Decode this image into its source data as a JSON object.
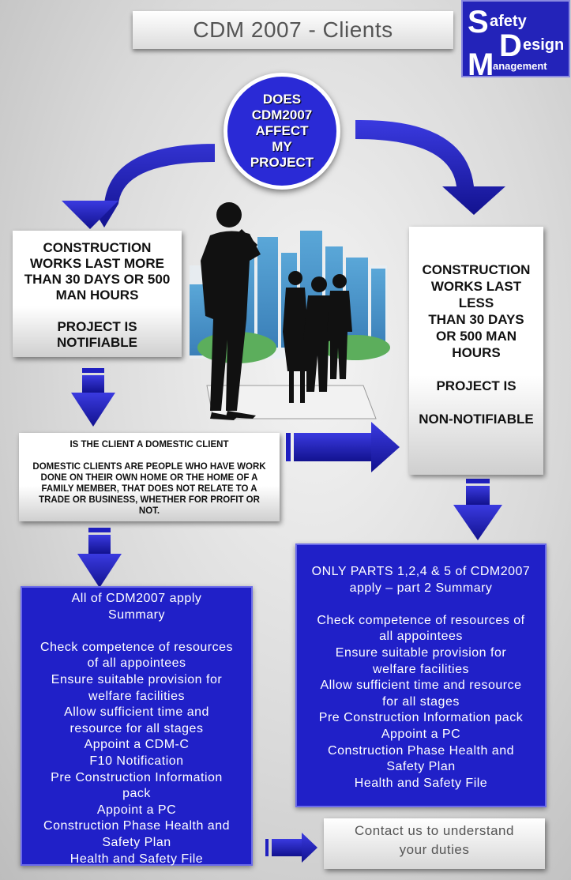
{
  "title": "CDM 2007 - Clients",
  "logo": {
    "s": "S",
    "afety": "afety",
    "d": "D",
    "esign": "esign",
    "m": "M",
    "anagement": "anagement"
  },
  "question": [
    "DOES",
    "CDM2007",
    "AFFECT",
    "MY",
    "PROJECT"
  ],
  "notifiable_box": [
    "CONSTRUCTION",
    "WORKS LAST MORE",
    "THAN 30 DAYS OR 500",
    "MAN HOURS",
    "",
    "PROJECT IS",
    "NOTIFIABLE"
  ],
  "non_notifiable_box": [
    "CONSTRUCTION",
    "WORKS LAST",
    "LESS",
    "THAN 30 DAYS",
    "OR 500 MAN",
    "HOURS",
    "",
    "PROJECT IS",
    "",
    "NON-NOTIFIABLE"
  ],
  "domestic_box": [
    "IS THE CLIENT A DOMESTIC CLIENT",
    "",
    "DOMESTIC CLIENTS ARE PEOPLE WHO HAVE WORK",
    "DONE ON THEIR OWN HOME OR THE HOME OF A",
    "FAMILY MEMBER, THAT DOES NOT RELATE TO A",
    "TRADE OR BUSINESS, WHETHER FOR PROFIT OR",
    "NOT."
  ],
  "all_cdm_box": [
    "All of CDM2007 apply",
    "Summary",
    "",
    "Check competence of resources",
    "of all appointees",
    "Ensure suitable provision for",
    "welfare facilities",
    "Allow sufficient time and",
    "resource for all stages",
    "Appoint a CDM-C",
    "F10 Notification",
    "Pre Construction Information",
    "pack",
    "Appoint a PC",
    "Construction Phase Health and",
    "Safety Plan",
    "Health and Safety File"
  ],
  "parts_box": [
    "ONLY PARTS 1,2,4 & 5 of CDM2007",
    "apply – part 2 Summary",
    "",
    "Check competence of resources of",
    "all appointees",
    "Ensure suitable provision for",
    "welfare facilities",
    "Allow sufficient time and resource",
    "for all stages",
    "Pre Construction Information pack",
    "Appoint a PC",
    "Construction Phase Health and",
    "Safety Plan",
    "Health and Safety File"
  ],
  "contact": [
    "Contact us to understand",
    "your duties"
  ],
  "colors": {
    "blue": "#2020c8",
    "arrow": "#1f1fc0"
  }
}
